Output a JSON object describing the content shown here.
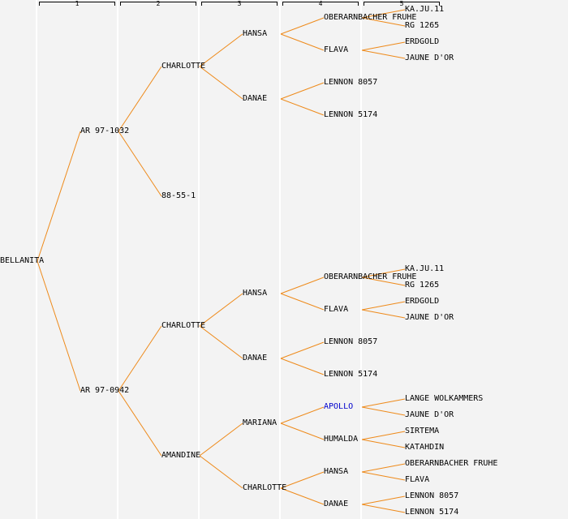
{
  "colors": {
    "line": "#ee8a1a",
    "link": "#0000cc",
    "background": "#f3f3f3",
    "text": "#000000"
  },
  "generations": [
    "1",
    "2",
    "3",
    "4",
    "5"
  ],
  "tree": {
    "name": "BELLANITA",
    "children": [
      {
        "name": "AR 97-1032",
        "children": [
          {
            "name": "CHARLOTTE",
            "children": [
              {
                "name": "HANSA",
                "children": [
                  {
                    "name": "OBERARNBACHER FRUHE",
                    "children": [
                      {
                        "name": "KA.JU.11"
                      },
                      {
                        "name": "RG 1265"
                      }
                    ]
                  },
                  {
                    "name": "FLAVA",
                    "children": [
                      {
                        "name": "ERDGOLD"
                      },
                      {
                        "name": "JAUNE D'OR"
                      }
                    ]
                  }
                ]
              },
              {
                "name": "DANAE",
                "children": [
                  {
                    "name": "LENNON 8057"
                  },
                  {
                    "name": "LENNON 5174"
                  }
                ]
              }
            ]
          },
          {
            "name": "88-55-1"
          }
        ]
      },
      {
        "name": "AR 97-0942",
        "children": [
          {
            "name": "CHARLOTTE",
            "children": [
              {
                "name": "HANSA",
                "children": [
                  {
                    "name": "OBERARNBACHER FRUHE",
                    "children": [
                      {
                        "name": "KA.JU.11"
                      },
                      {
                        "name": "RG 1265"
                      }
                    ]
                  },
                  {
                    "name": "FLAVA",
                    "children": [
                      {
                        "name": "ERDGOLD"
                      },
                      {
                        "name": "JAUNE D'OR"
                      }
                    ]
                  }
                ]
              },
              {
                "name": "DANAE",
                "children": [
                  {
                    "name": "LENNON 8057"
                  },
                  {
                    "name": "LENNON 5174"
                  }
                ]
              }
            ]
          },
          {
            "name": "AMANDINE",
            "children": [
              {
                "name": "MARIANA",
                "children": [
                  {
                    "name": "APOLLO",
                    "link": true,
                    "children": [
                      {
                        "name": "LANGE WOLKAMMERS"
                      },
                      {
                        "name": "JAUNE D'OR"
                      }
                    ]
                  },
                  {
                    "name": "HUMALDA",
                    "children": [
                      {
                        "name": "SIRTEMA"
                      },
                      {
                        "name": "KATAHDIN"
                      }
                    ]
                  }
                ]
              },
              {
                "name": "CHARLOTTE",
                "children": [
                  {
                    "name": "HANSA",
                    "children": [
                      {
                        "name": "OBERARNBACHER FRUHE"
                      },
                      {
                        "name": "FLAVA"
                      }
                    ]
                  },
                  {
                    "name": "DANAE",
                    "children": [
                      {
                        "name": "LENNON 8057"
                      },
                      {
                        "name": "LENNON 5174"
                      }
                    ]
                  }
                ]
              }
            ]
          }
        ]
      }
    ]
  }
}
